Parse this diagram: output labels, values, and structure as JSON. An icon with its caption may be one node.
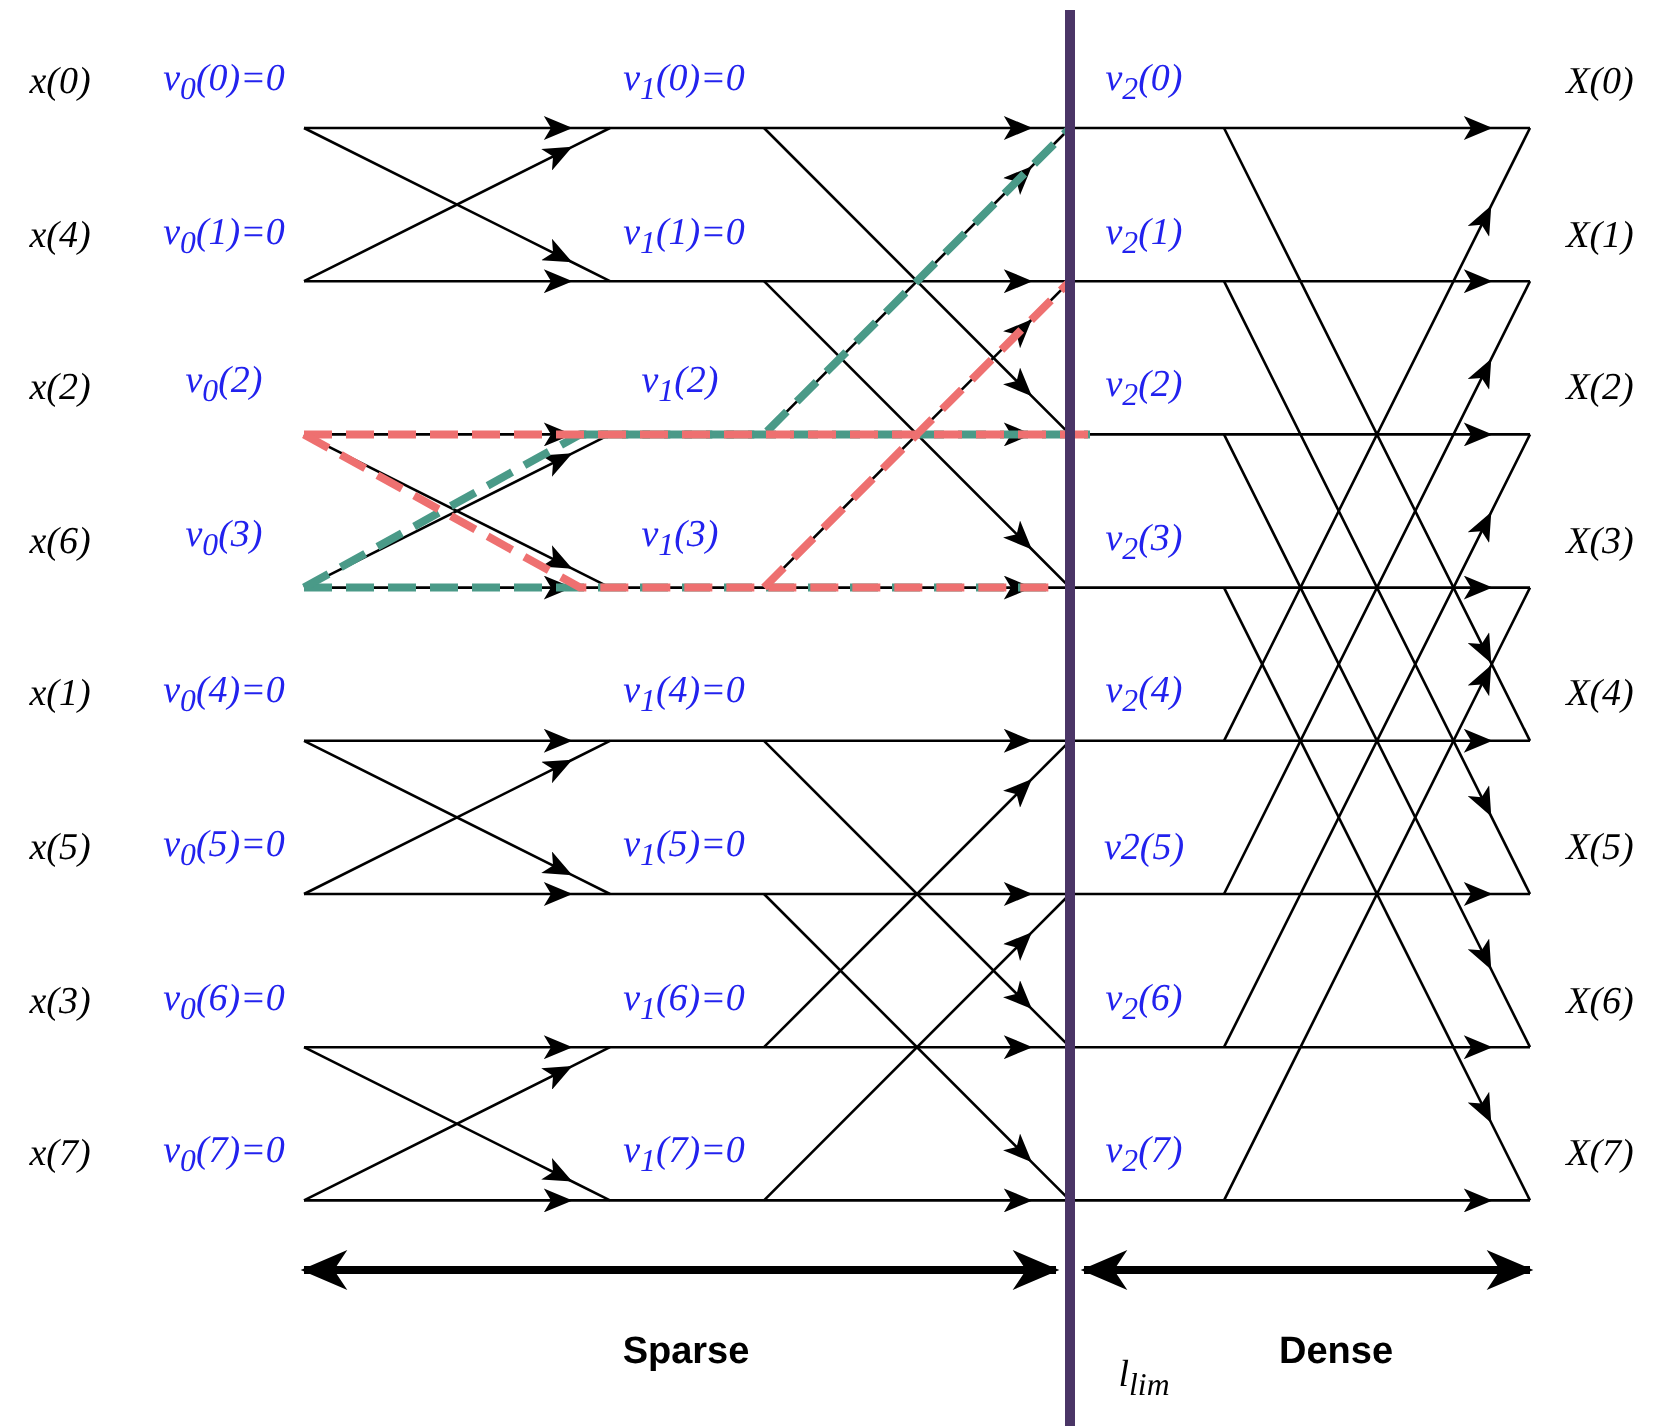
{
  "diagram": {
    "labels": [
      "x(0)",
      "v$_{0}$(0)=0",
      "v$_{1}$(0)=0",
      "v$_{2}$(0)",
      "X(0)",
      "x(4)",
      "v$_{0}$(1)=0",
      "v$_{1}$(1)=0",
      "v$_{2}$(1)",
      "X(1)",
      "x(2)",
      "v$_{0}$(2)",
      "v$_{1}$(2)",
      "v$_{2}$(2)",
      "X(2)",
      "x(6)",
      "v$_{0}$(3)",
      "v$_{1}$(3)",
      "v$_{2}$(3)",
      "X(3)",
      "x(1)",
      "v$_{0}$(4)=0",
      "v$_{1}$(4)=0",
      "v$_{2}$(4)",
      "X(4)",
      "x(5)",
      "v$_{0}$(5)=0",
      "v$_{1}$(5)=0",
      "v2(5)",
      "X(5)",
      "x(3)",
      "v$_{0}$(6)=0",
      "v$_{1}$(6)=0",
      "v$_{2}$(6)",
      "X(6)",
      "x(7)",
      "v$_{0}$(7)=0",
      "v$_{1}$(7)=0",
      "v$_{2}$(7)",
      "X(7)",
      "Sparse",
      "l$_{lim}$",
      "Dense"
    ]
  }
}
